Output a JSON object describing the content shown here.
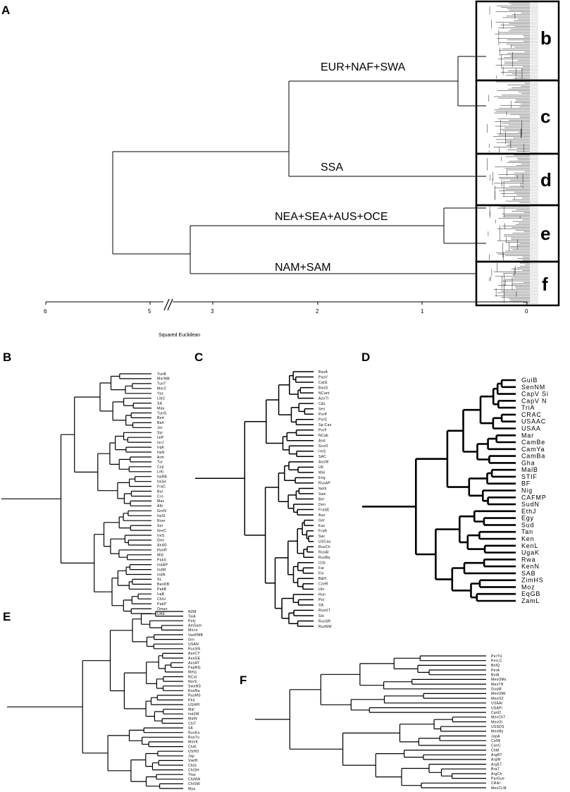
{
  "panelA": {
    "label": "A",
    "clades": {
      "eur": "EUR+NAF+SWA",
      "ssa": "SSA",
      "nea": "NEA+SEA+AUS+OCE",
      "nam": "NAM+SAM"
    },
    "boxes": [
      "b",
      "c",
      "d",
      "e",
      "f"
    ],
    "axis": {
      "ticks": [
        "6",
        "5",
        "3",
        "2",
        "1",
        "0"
      ],
      "title": "Squared Euclidean"
    }
  },
  "panels": {
    "B": {
      "label": "B",
      "leaves": [
        "TunB",
        "MorNM",
        "TunT",
        "MorC",
        "Yaz",
        "LibC",
        "SA",
        "Mau",
        "TunG",
        "Bed",
        "Bah",
        "Jor",
        "Syr",
        "IsiP",
        "IsrJ",
        "IrqK",
        "ItaN",
        "Arm",
        "Tur",
        "Cyp",
        "Leb",
        "ItaRB",
        "ItaSe",
        "FraC",
        "Bul",
        "Cro",
        "Mac",
        "Alb",
        "GreN",
        "ItaSi",
        "Rom",
        "Ser",
        "GreC",
        "IreS",
        "Geo",
        "AndG",
        "HunR",
        "Mld",
        "PakS",
        "IndAP",
        "IndM",
        "IndN",
        "SL",
        "BanDB",
        "PakB",
        "IraB",
        "ChiU",
        "PakP",
        "Oman",
        "UAE"
      ]
    },
    "C": {
      "label": "C",
      "leaves": [
        "BasA",
        "PasV",
        "CatG",
        "BasG",
        "NCant",
        "AzoTI",
        "C&L",
        "Sev",
        "PorP",
        "PorC",
        "Sp-Can",
        "PorF",
        "NCab",
        "And",
        "ScoO",
        "IreS",
        "SAC",
        "AusW",
        "UK",
        "Wal",
        "Eng",
        "RusAP",
        "Neth",
        "Swe",
        "Bel",
        "Den",
        "FraSE",
        "Aus",
        "Ger",
        "Kaz",
        "FraR",
        "Swi",
        "USCau",
        "RusCh",
        "RusAl",
        "RusBa",
        "Uzb",
        "Far",
        "Fin",
        "B&H",
        "CzeR",
        "Ukr",
        "Hun",
        "Pol",
        "Slk",
        "RusUT",
        "Slo",
        "RusSR",
        "RusNW"
      ]
    },
    "D": {
      "label": "D",
      "leaves": [
        "GuiB",
        "SenNM",
        "CapV Si",
        "CapV N",
        "TriA",
        "CRAC",
        "USAAC",
        "USAA",
        "Mar",
        "CamBe",
        "CamYa",
        "CamBa",
        "Gha",
        "MalB",
        "STIF",
        "BF",
        "Nig",
        "CAFMP",
        "SudN",
        "EthJ",
        "Egy",
        "Sud",
        "Tan",
        "Ken",
        "KenL",
        "UgaK",
        "Rwa",
        "KenN",
        "SAB",
        "ZimHS",
        "Moz",
        "EqGB",
        "ZamL"
      ]
    },
    "E": {
      "label": "E",
      "leaves": [
        "NZM",
        "TaiA",
        "Poly",
        "AmSam",
        "Micro",
        "VanPMB",
        "Grn",
        "USAN",
        "RusSN",
        "AusCY",
        "AusGE",
        "AusAY",
        "PapNG",
        "Mela",
        "NCal",
        "NorS",
        "SwaNS",
        "RusNa",
        "RusMS",
        "Phil",
        "USHPI",
        "Mal",
        "IndJW",
        "MalN",
        "ChiT",
        "SK",
        "RusKa",
        "RusTu",
        "MonK",
        "ChiK",
        "USHO",
        "Jap",
        "VietH",
        "ChiS",
        "ChiSH",
        "Thai",
        "ChiNW",
        "ChiSW",
        "Mya"
      ]
    },
    "F": {
      "label": "F",
      "leaves": [
        "PerTU",
        "PerLC",
        "BolQ",
        "PerA",
        "BolA",
        "MexOMx",
        "MexTH",
        "GuaM",
        "MexOMt",
        "MexOZ",
        "USAAI",
        "USAPi",
        "CanD",
        "MexChT",
        "MexOt",
        "USSDS",
        "MexMy",
        "JapA",
        "ColW",
        "CanC",
        "ChM",
        "ArgRT",
        "ArgW",
        "ArgET",
        "BraT",
        "ArgCh",
        "ParGue",
        "CRAI",
        "MexCLM"
      ]
    }
  }
}
